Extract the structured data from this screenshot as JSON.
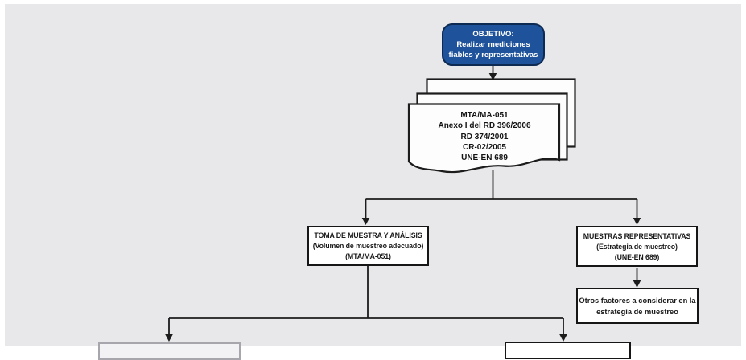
{
  "colors": {
    "panel_bg": "#e8e8ea",
    "accent_blue": "#1e529b",
    "accent_blue_border": "#0d2a52",
    "line_color": "#1c1c1c",
    "box_border": "#161616"
  },
  "objetivo": {
    "title": "OBJETIVO:",
    "line1": "Realizar mediciones",
    "line2": "fiables y representativas"
  },
  "documents": {
    "lines": [
      "MTA/MA-051",
      "Anexo I del RD 396/2006",
      "RD 374/2001",
      "CR-02/2005",
      "UNE-EN 689"
    ]
  },
  "boxes": {
    "toma": {
      "title": "TOMA DE MUESTRA Y ANÁLISIS",
      "line1": "(Volumen de muestreo adecuado)",
      "line2": "(MTA/MA-051)"
    },
    "muestras": {
      "title": "MUESTRAS REPRESENTATIVAS",
      "line1": "(Estrategia de muestreo)",
      "line2": "(UNE-EN 689)"
    },
    "otros": {
      "line1": "Otros factores a considerar en la",
      "line2": "estrategia de muestreo"
    }
  }
}
